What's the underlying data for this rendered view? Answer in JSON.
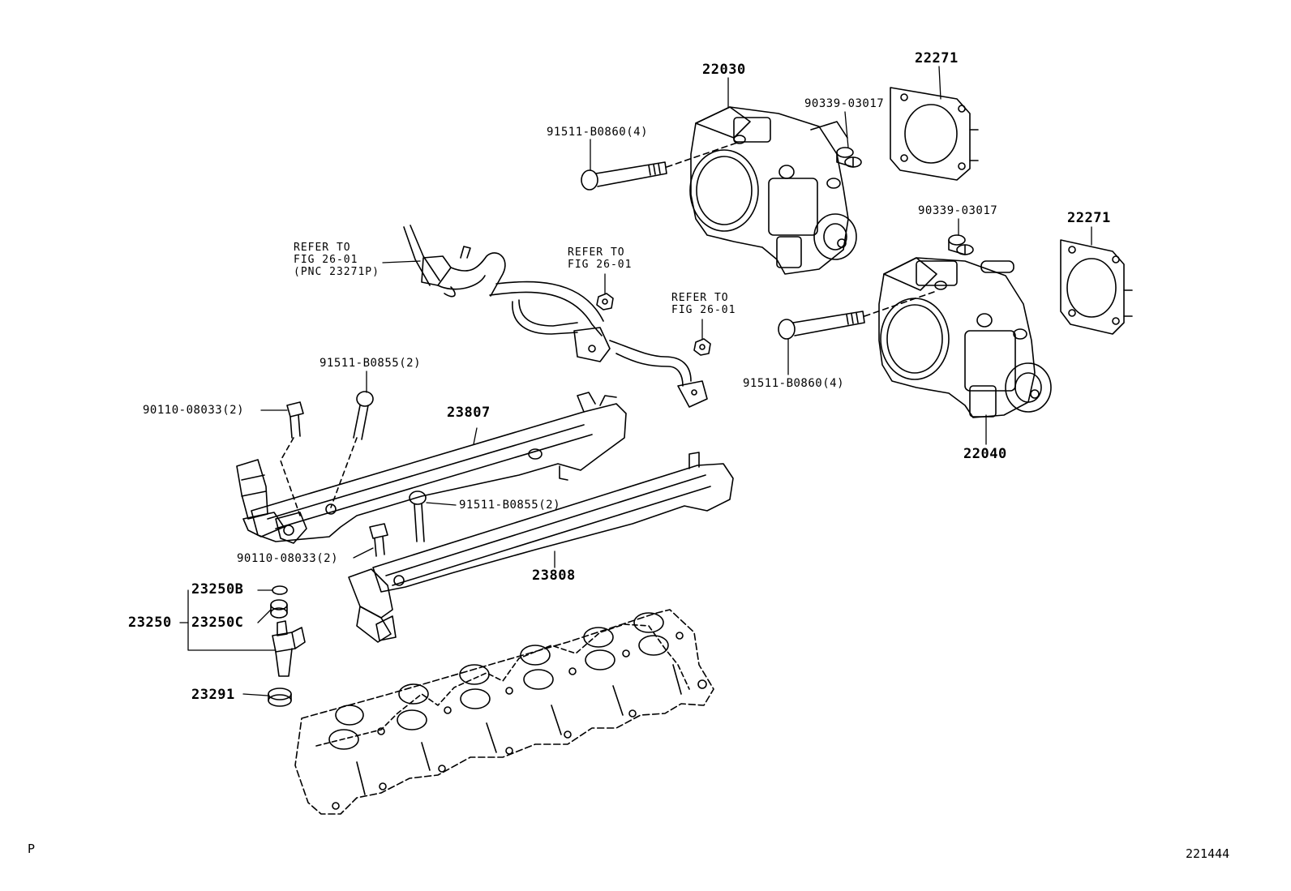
{
  "corner": {
    "left_mark": "P",
    "figure_id": "221444"
  },
  "parts": {
    "throttle_body_1": "22030",
    "throttle_body_2": "22040",
    "gasket_1": "22271",
    "gasket_2": "22271",
    "pin_1": "90339-03017",
    "pin_2": "90339-03017",
    "bolt_tb_1": "91511-B0860(4)",
    "bolt_tb_2": "91511-B0860(4)",
    "bolt_rail_1": "91511-B0855(2)",
    "bolt_rail_2": "91511-B0855(2)",
    "screw_rail_1": "90110-08033(2)",
    "screw_rail_2": "90110-08033(2)",
    "delivery_pipe_1": "23807",
    "delivery_pipe_2": "23808",
    "injector_set": "23250",
    "oring": "23250B",
    "insulator_upper": "23250C",
    "insulator_lower": "23291"
  },
  "references": {
    "ref_1": {
      "line1": "REFER TO",
      "line2": "FIG 26-01",
      "line3": "(PNC 23271P)"
    },
    "ref_2": {
      "line1": "REFER TO",
      "line2": "FIG 26-01"
    },
    "ref_3": {
      "line1": "REFER TO",
      "line2": "FIG 26-01"
    }
  }
}
